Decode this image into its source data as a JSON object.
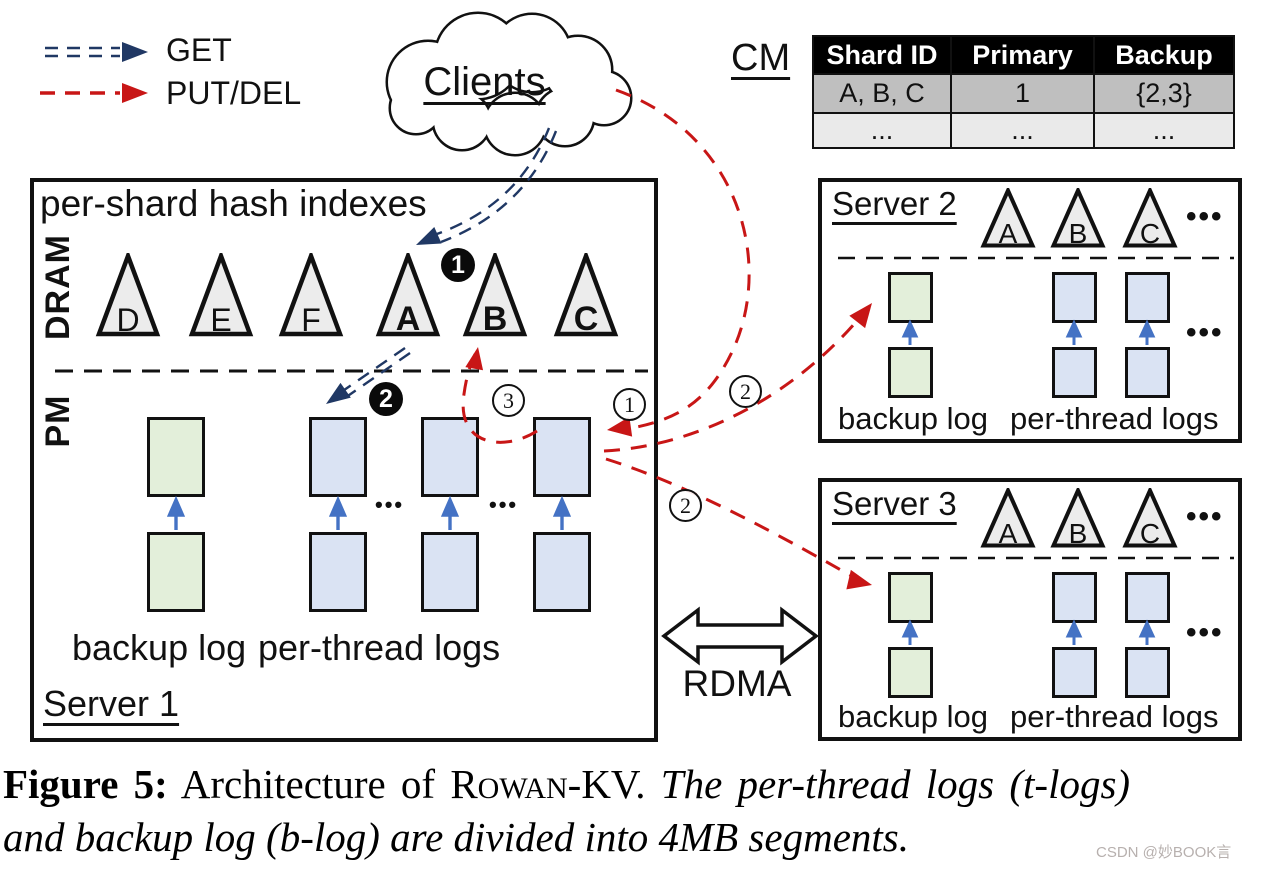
{
  "legend": {
    "get": "GET",
    "put_del": "PUT/DEL"
  },
  "clients": {
    "label": "Clients"
  },
  "cm": {
    "label": "CM",
    "headers": [
      "Shard ID",
      "Primary",
      "Backup"
    ],
    "rows": [
      [
        "A, B, C",
        "1",
        "{2,3}"
      ],
      [
        "...",
        "...",
        "..."
      ]
    ]
  },
  "server1": {
    "title": "Server 1",
    "hash_label": "per-shard hash indexes",
    "dram_label": "DRAM",
    "pm_label": "PM",
    "triangles": [
      "D",
      "E",
      "F",
      "A",
      "B",
      "C"
    ],
    "backup_label": "backup log",
    "threads_label": "per-thread logs",
    "dots": "•••"
  },
  "server2": {
    "title": "Server 2",
    "triangles": [
      "A",
      "B",
      "C"
    ],
    "backup_label": "backup log",
    "threads_label": "per-thread logs",
    "dots": "•••"
  },
  "server3": {
    "title": "Server 3",
    "triangles": [
      "A",
      "B",
      "C"
    ],
    "backup_label": "backup log",
    "threads_label": "per-thread logs",
    "dots": "•••"
  },
  "rdma": {
    "label": "RDMA"
  },
  "steps": {
    "get_1": "1",
    "get_2": "2",
    "put_1": "1",
    "put_2": "2",
    "put_3": "3"
  },
  "caption": {
    "figure_label": "Figure 5:",
    "text_pre": " Architecture of R",
    "text_smallcaps": "OWAN",
    "text_post": "-KV. ",
    "italic_line1": "The per-thread logs (t-logs)",
    "italic_line2": "and backup log (b-log) are divided into 4MB segments."
  },
  "watermark": "CSDN @妙BOOK言",
  "colors": {
    "get_arrow": "#203864",
    "put_arrow": "#c81616",
    "segment_blue": "#dae3f3",
    "segment_green": "#e3efda",
    "triangle_fill": "#ececec",
    "log_link_arrow": "#4472c4"
  }
}
